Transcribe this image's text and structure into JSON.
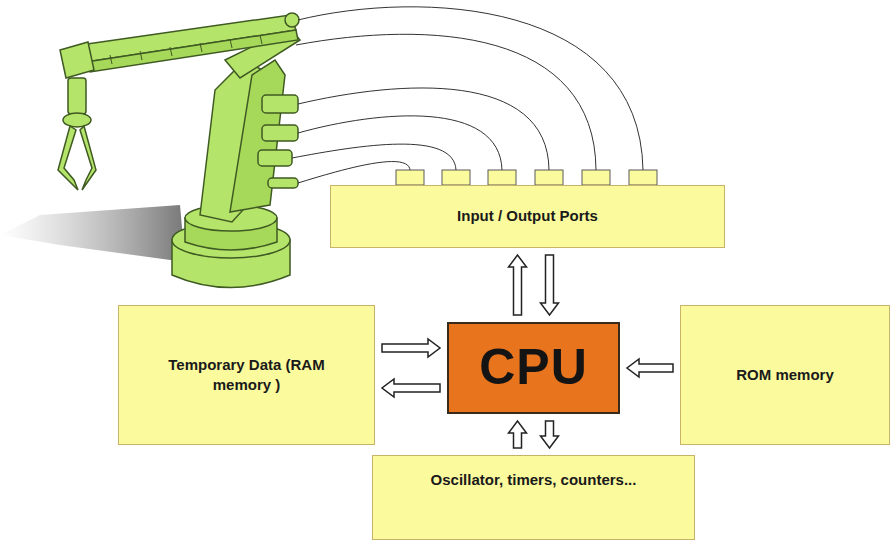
{
  "diagram": {
    "nodes": [
      {
        "text": [
          "Input / Output Ports"
        ]
      },
      {
        "text": [
          "Temporary Data (RAM memory )"
        ]
      },
      {
        "text": [
          "CPU"
        ]
      },
      {
        "text": [
          "ROM memory"
        ]
      },
      {
        "text": [
          "Oscillator, timers, counters..."
        ]
      }
    ],
    "edges": [
      {
        "from": 2,
        "to": 0,
        "arrow": "to"
      },
      {
        "from": 0,
        "to": 2,
        "arrow": "to"
      },
      {
        "from": 1,
        "to": 2,
        "arrow": "to"
      },
      {
        "from": 2,
        "to": 1,
        "arrow": "to"
      },
      {
        "from": 3,
        "to": 2,
        "arrow": "to"
      },
      {
        "from": 4,
        "to": 2,
        "arrow": "to"
      },
      {
        "from": 2,
        "to": 4,
        "arrow": "to"
      }
    ]
  }
}
